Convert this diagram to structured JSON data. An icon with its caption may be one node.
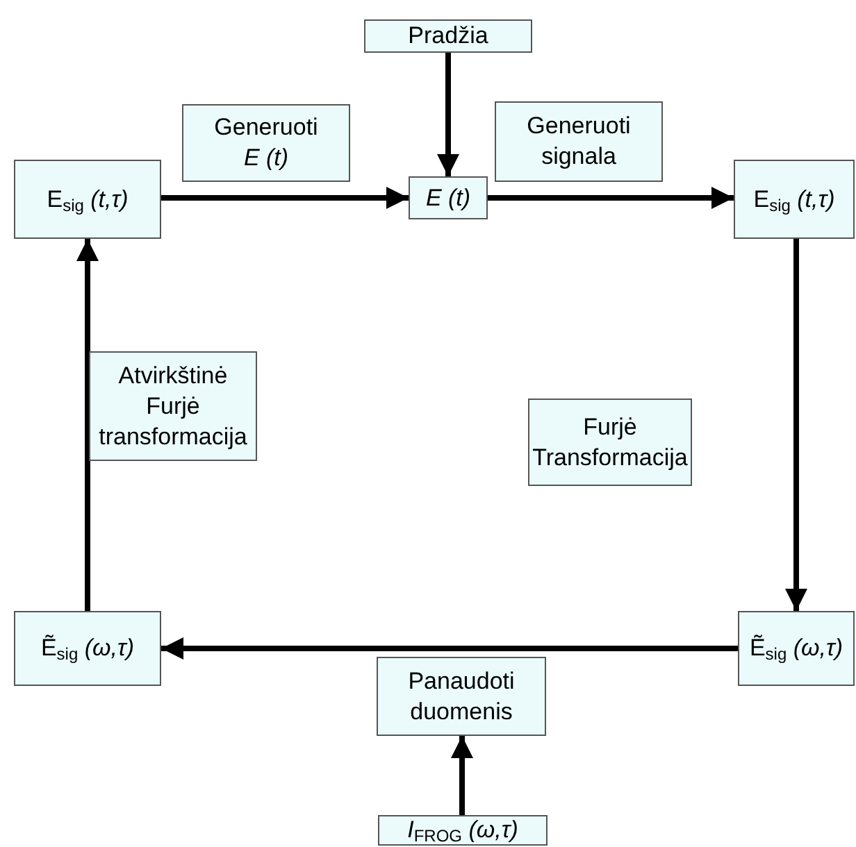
{
  "diagram": {
    "nodes": [
      {
        "text": [
          "Pradžia"
        ]
      },
      {
        "text": [
          "Generuoti *E (t)*"
        ]
      },
      {
        "text": [
          "E$_{sig}$ *(t,τ)*"
        ]
      },
      {
        "text": [
          "*E (t)*"
        ]
      },
      {
        "text": [
          "Generuoti signala"
        ]
      },
      {
        "text": [
          "E$_{sig}$ *(t,τ)*"
        ]
      },
      {
        "text": [
          "Atvirkštinė Furjė transformacija"
        ]
      },
      {
        "text": [
          "Furjė Transformacija"
        ]
      },
      {
        "text": [
          "Ẽ$_{sig}$ *(ω,τ)*"
        ]
      },
      {
        "text": [
          "Ẽ$_{sig}$ *(ω,τ)*"
        ]
      },
      {
        "text": [
          "Panaudoti duomenis"
        ]
      },
      {
        "text": [
          "*I*$_{FROG}$ *(ω,τ)*"
        ]
      }
    ],
    "edges": [
      {
        "from": 0,
        "to": 3,
        "arrow": "to"
      },
      {
        "from": 2,
        "to": 3,
        "arrow": "to"
      },
      {
        "from": 3,
        "to": 5,
        "arrow": "to"
      },
      {
        "from": 5,
        "to": 9,
        "arrow": "to"
      },
      {
        "from": 9,
        "to": 8,
        "arrow": "to"
      },
      {
        "from": 8,
        "to": 2,
        "arrow": "to"
      },
      {
        "from": 11,
        "to": 10,
        "arrow": "to"
      }
    ]
  }
}
